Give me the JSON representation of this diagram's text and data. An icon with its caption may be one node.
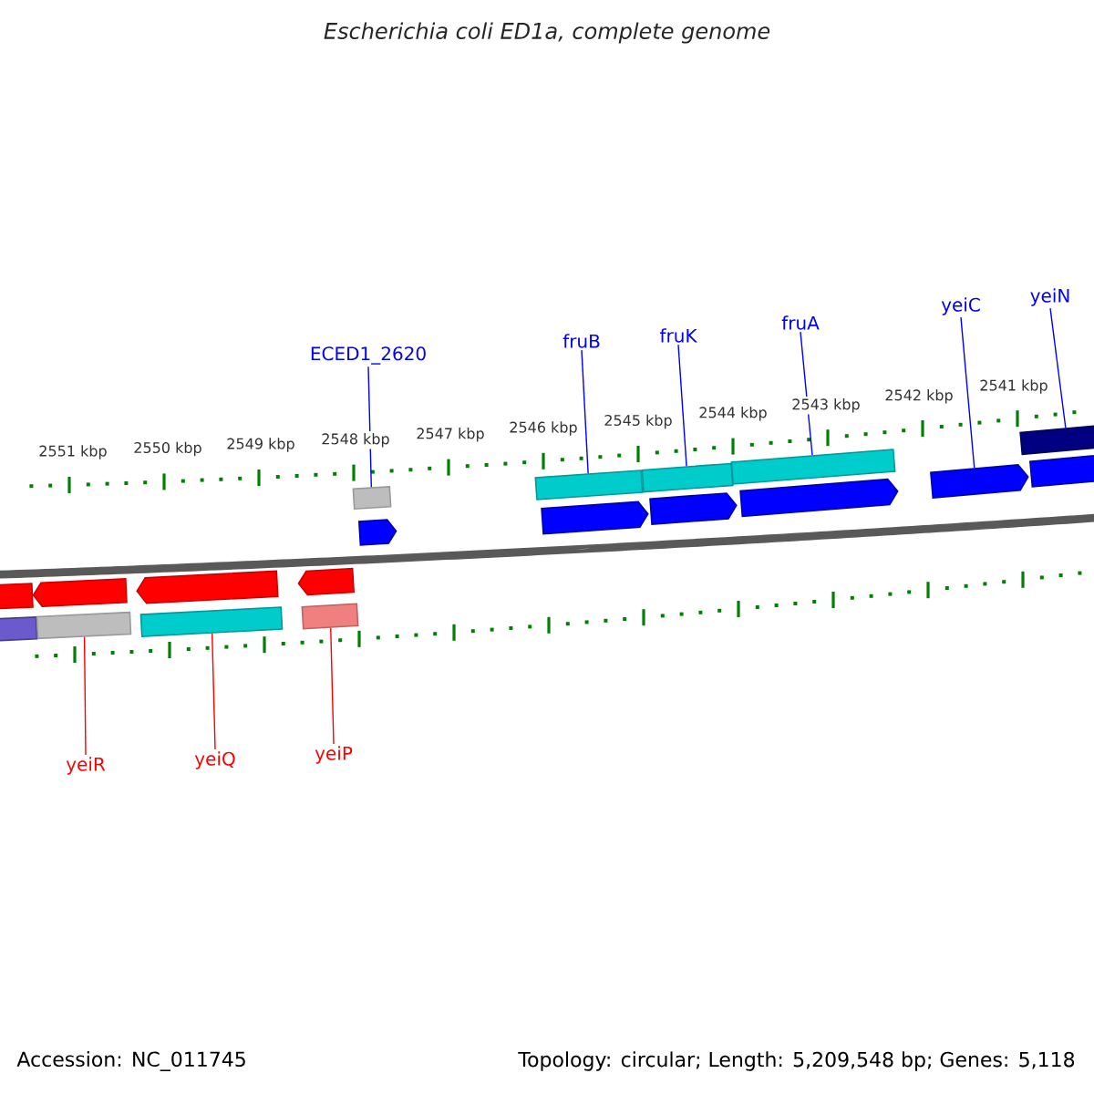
{
  "diagram": {
    "title": "Escherichia coli ED1a, complete genome",
    "nodes": [
      {
        "text": [
          "ECED1_2620"
        ]
      },
      {
        "text": [
          "fruB"
        ]
      },
      {
        "text": [
          "fruK"
        ]
      },
      {
        "text": [
          "fruA"
        ]
      },
      {
        "text": [
          "yeiC"
        ]
      },
      {
        "text": [
          "yeiN"
        ]
      },
      {
        "text": [
          "yeiR"
        ]
      },
      {
        "text": [
          "yeiQ"
        ]
      },
      {
        "text": [
          "yeiP"
        ]
      },
      {
        "text": [],
        "shape": "bar"
      },
      {
        "text": [],
        "shape": "bar"
      },
      {
        "text": [],
        "shape": "bar"
      },
      {
        "text": [],
        "shape": "bar"
      },
      {
        "text": [],
        "shape": "bar"
      },
      {
        "text": [],
        "shape": "arrow"
      },
      {
        "text": [],
        "shape": "arrow"
      },
      {
        "text": [],
        "shape": "arrow"
      },
      {
        "text": [],
        "shape": "arrow"
      },
      {
        "text": [],
        "shape": "arrow"
      },
      {
        "text": [],
        "shape": "arrow"
      },
      {
        "text": [],
        "shape": "arrow"
      },
      {
        "text": [],
        "shape": "arrow"
      },
      {
        "text": [],
        "shape": "arrow"
      },
      {
        "text": [],
        "shape": "arrow"
      },
      {
        "text": [],
        "shape": "bar"
      },
      {
        "text": [],
        "shape": "bar"
      },
      {
        "text": [],
        "shape": "bar"
      },
      {
        "text": [],
        "shape": "bar"
      }
    ],
    "edges": [
      {
        "from": 0,
        "to": 9,
        "arrow": "none"
      },
      {
        "from": 1,
        "to": 10,
        "arrow": "none"
      },
      {
        "from": 2,
        "to": 11,
        "arrow": "none"
      },
      {
        "from": 3,
        "to": 12,
        "arrow": "none"
      },
      {
        "from": 4,
        "to": 18,
        "arrow": "none"
      },
      {
        "from": 5,
        "to": 13,
        "arrow": "none"
      },
      {
        "from": 6,
        "to": 25,
        "arrow": "none",
        "color": "#ff0000"
      },
      {
        "from": 7,
        "to": 26,
        "arrow": "none",
        "color": "#ff0000"
      },
      {
        "from": 8,
        "to": 27,
        "arrow": "none",
        "color": "#ff0000"
      }
    ],
    "labels": [
      "2551 kbp",
      "2550 kbp",
      "2549 kbp",
      "2548 kbp",
      "2547 kbp",
      "2546 kbp",
      "2545 kbp",
      "2544 kbp",
      "2543 kbp",
      "2542 kbp",
      "2541 kbp",
      "Accession: NC_011745",
      "Topology: circular; Length: 5,209,548 bp; Genes: 5,118"
    ]
  }
}
